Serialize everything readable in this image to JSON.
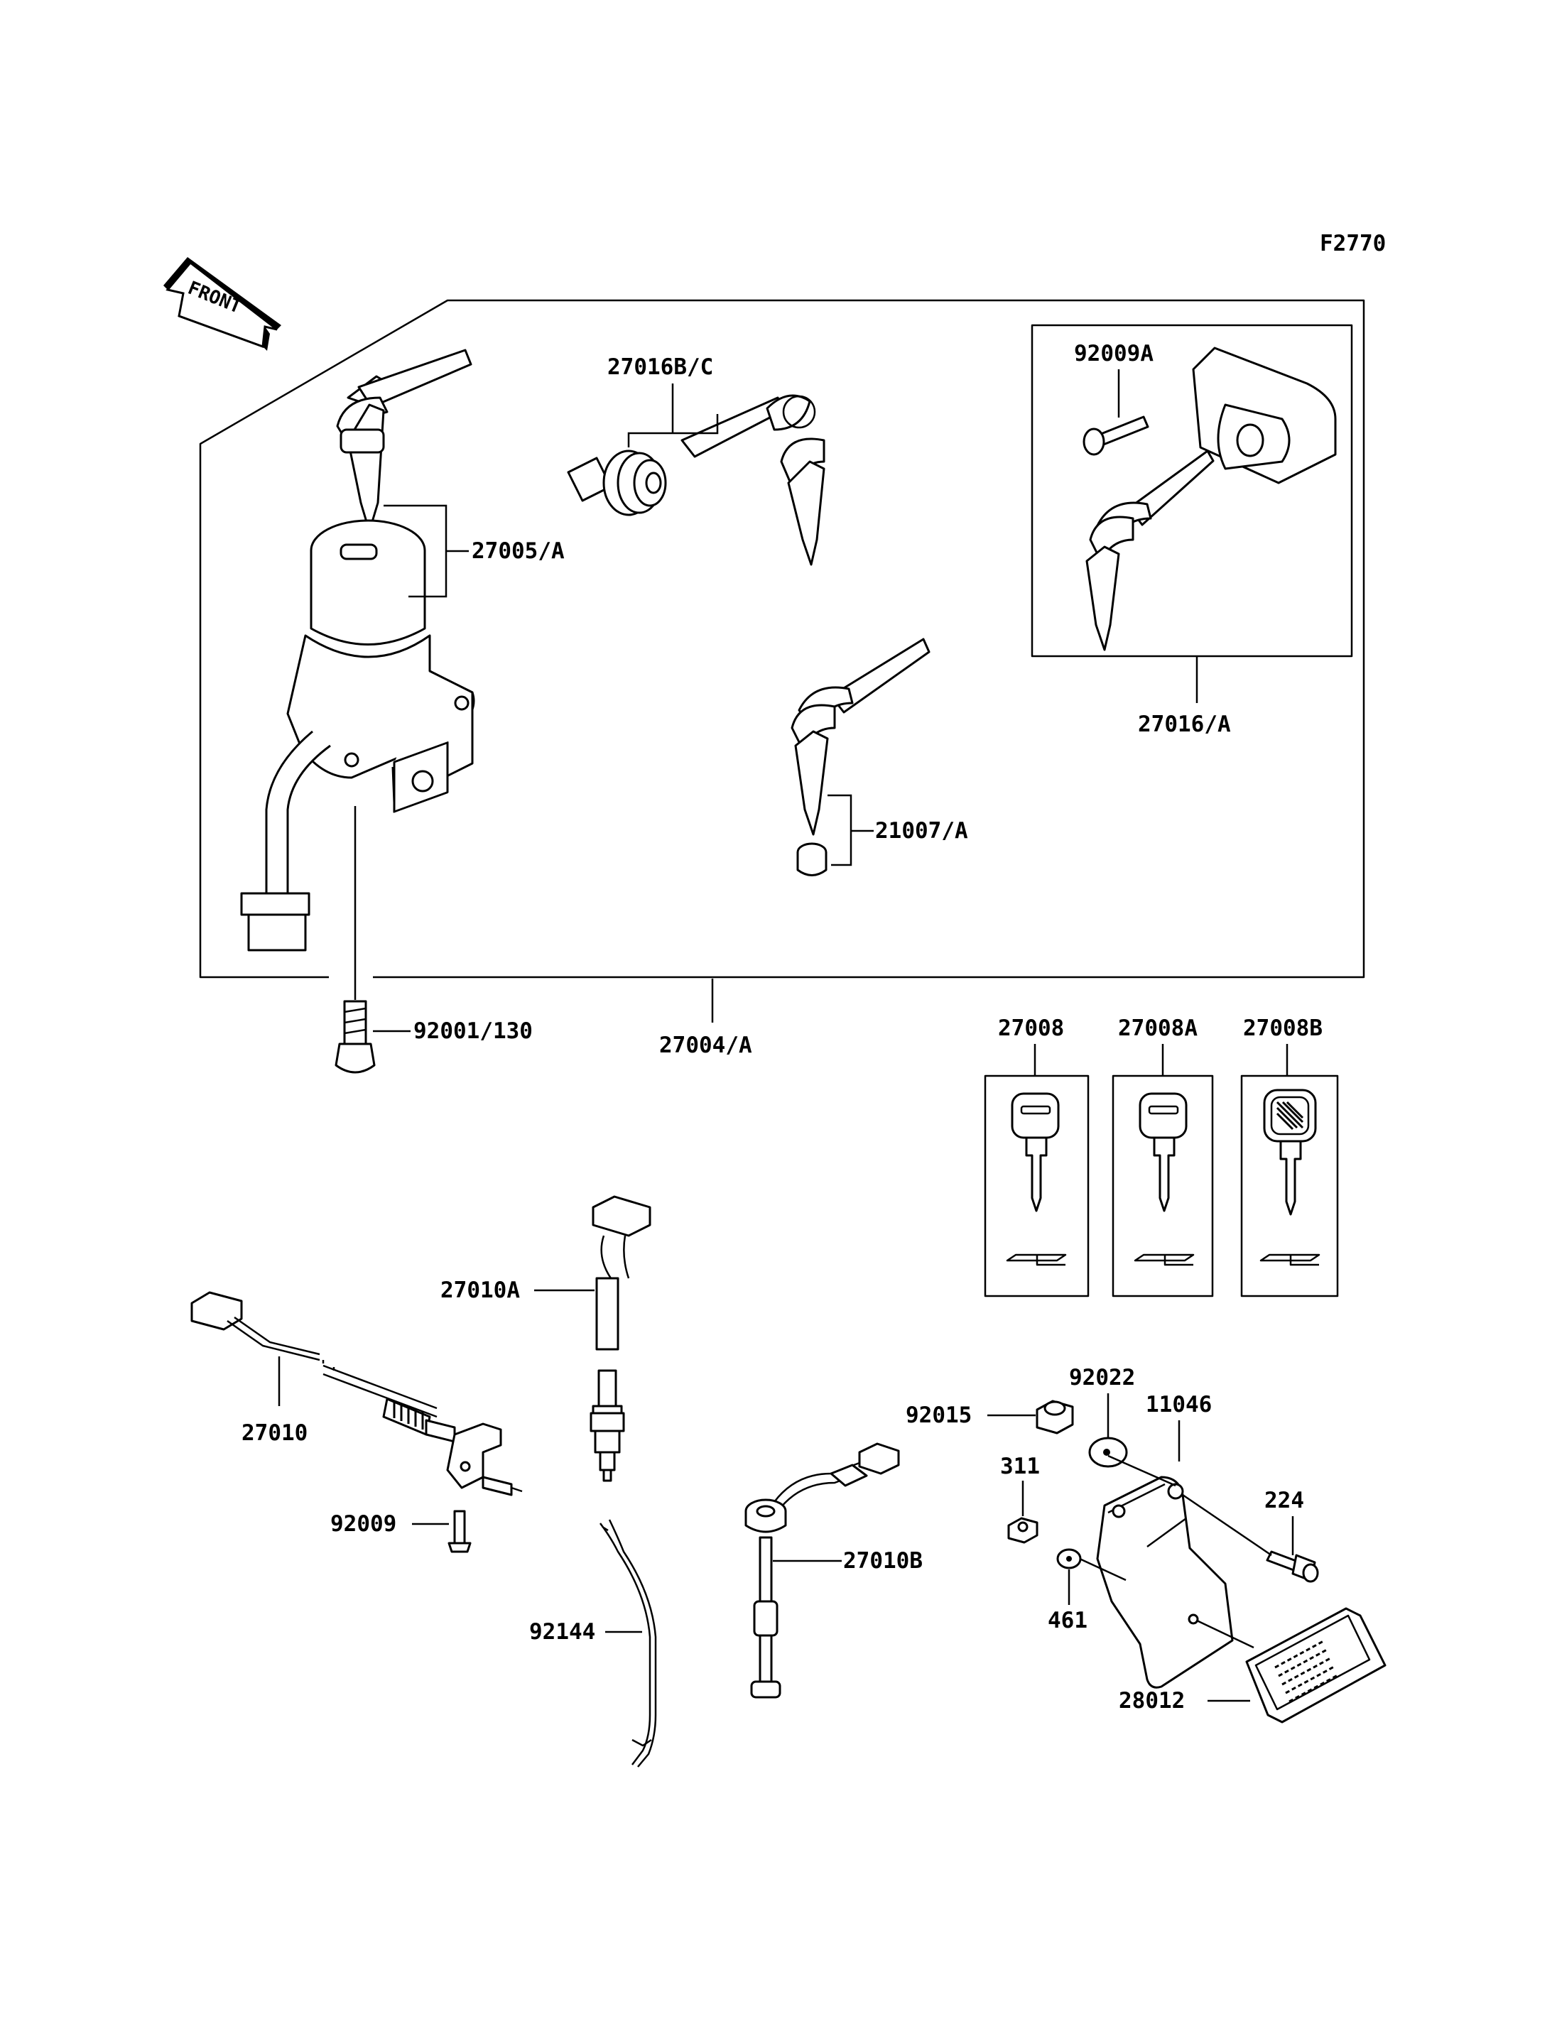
{
  "diagram_code": "F2770",
  "front_label": "FRONT",
  "parts": {
    "p27016bc": "27016B/C",
    "p27005a": "27005/A",
    "p92009a": "92009A",
    "p27016a": "27016/A",
    "p21007a": "21007/A",
    "p92001": "92001/130",
    "p27004a": "27004/A",
    "p27008": "27008",
    "p27008a": "27008A",
    "p27008b": "27008B",
    "p27010a": "27010A",
    "p27010": "27010",
    "p92009": "92009",
    "p92144": "92144",
    "p27010b": "27010B",
    "p92015": "92015",
    "p92022": "92022",
    "p11046": "11046",
    "p311": "311",
    "p224": "224",
    "p461": "461",
    "p28012": "28012"
  }
}
